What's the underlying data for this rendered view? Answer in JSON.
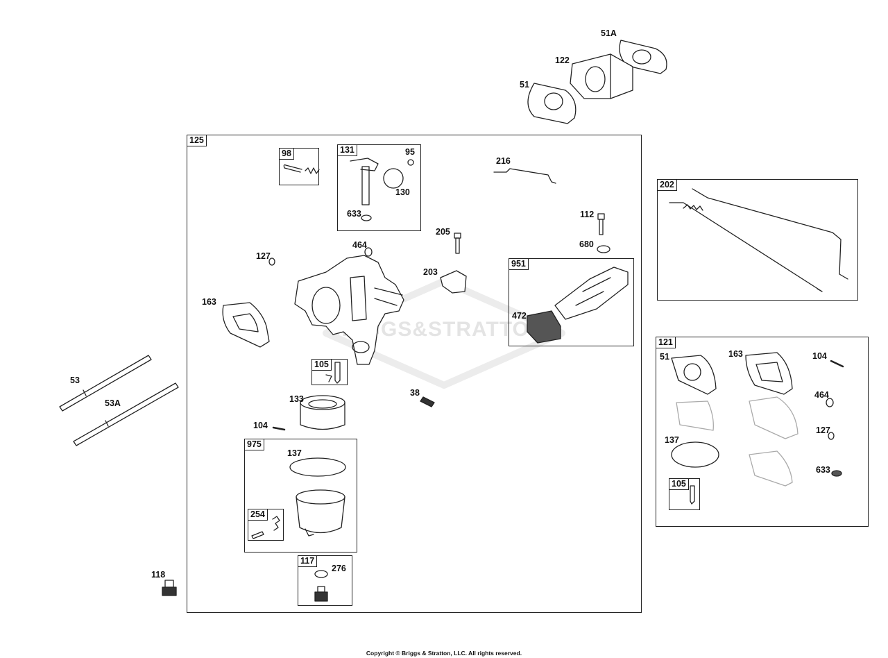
{
  "watermark": "BRIGGS&STRATTON",
  "copyright": "Copyright © Briggs & Stratton, LLC. All rights reserved.",
  "groups": {
    "g125": "125",
    "g98": "98",
    "g131": "131",
    "g951": "951",
    "g105a": "105",
    "g975": "975",
    "g254": "254",
    "g117": "117",
    "g202": "202",
    "g121": "121",
    "g105b": "105"
  },
  "labels": {
    "p51A": "51A",
    "p122": "122",
    "p51": "51",
    "p216": "216",
    "p95": "95",
    "p130": "130",
    "p633": "633",
    "p205": "205",
    "p112": "112",
    "p680": "680",
    "p464": "464",
    "p127": "127",
    "p203": "203",
    "p163": "163",
    "p472": "472",
    "p53": "53",
    "p53A": "53A",
    "p38": "38",
    "p133": "133",
    "p104": "104",
    "p137": "137",
    "p276": "276",
    "p118": "118",
    "k51": "51",
    "k163": "163",
    "k104": "104",
    "k464": "464",
    "k127": "127",
    "k137": "137",
    "k633": "633"
  }
}
